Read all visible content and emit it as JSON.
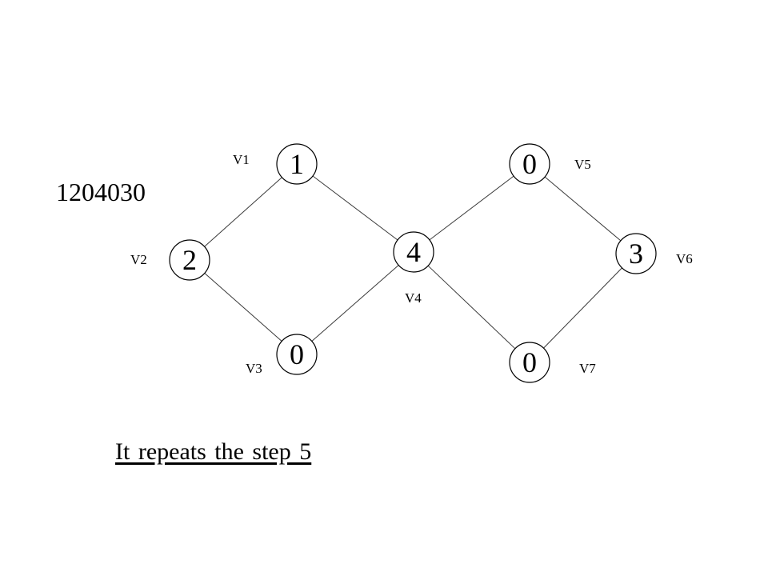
{
  "sequence": "1204030",
  "caption": "It repeats the step 5",
  "graph": {
    "nodes": [
      {
        "id": "v1",
        "label": "V1",
        "value": "1"
      },
      {
        "id": "v2",
        "label": "V2",
        "value": "2"
      },
      {
        "id": "v3",
        "label": "V3",
        "value": "0"
      },
      {
        "id": "v4",
        "label": "V4",
        "value": "4"
      },
      {
        "id": "v5",
        "label": "V5",
        "value": "0"
      },
      {
        "id": "v6",
        "label": "V6",
        "value": "3"
      },
      {
        "id": "v7",
        "label": "V7",
        "value": "0"
      }
    ],
    "edges": [
      [
        "v1",
        "v2"
      ],
      [
        "v2",
        "v3"
      ],
      [
        "v3",
        "v4"
      ],
      [
        "v1",
        "v4"
      ],
      [
        "v4",
        "v5"
      ],
      [
        "v5",
        "v6"
      ],
      [
        "v6",
        "v7"
      ],
      [
        "v4",
        "v7"
      ]
    ]
  }
}
